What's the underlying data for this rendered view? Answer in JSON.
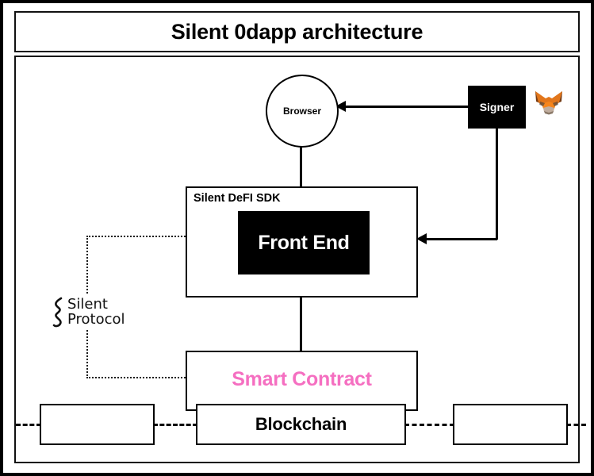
{
  "diagram": {
    "title": "Silent 0dapp architecture",
    "colors": {
      "smart_contract_pink": "#F56FC1",
      "node_black": "#000000",
      "frame_black": "#111111",
      "background": "#FFFFFF",
      "fox_orange": "#E2761B",
      "fox_light": "#F6851B",
      "fox_grey": "#C0AD9E"
    },
    "nodes": {
      "browser": {
        "label": "Browser",
        "shape": "circle"
      },
      "signer": {
        "label": "Signer",
        "shape": "filled-rect"
      },
      "wallet_icon": {
        "label": "metamask-fox-icon"
      },
      "sdk": {
        "label": "Silent DeFI SDK",
        "shape": "rect"
      },
      "front_end": {
        "label": "Front End",
        "shape": "filled-rect"
      },
      "smart_contract": {
        "label": "Smart Contract",
        "shape": "rect"
      },
      "blockchain": {
        "label": "Blockchain",
        "shape": "rect"
      },
      "peer_left": {
        "label": "",
        "shape": "rect"
      },
      "peer_right": {
        "label": "",
        "shape": "rect"
      }
    },
    "logo": {
      "line1": "Silent",
      "line2": "Protocol",
      "mark": "lightning-zigzag-icon"
    },
    "connectors": [
      {
        "name": "browser-to-sdk",
        "style": "solid",
        "arrow": "none"
      },
      {
        "name": "signer-to-browser",
        "style": "solid",
        "arrow": "left"
      },
      {
        "name": "signer-to-frontend",
        "style": "solid",
        "arrow": "left"
      },
      {
        "name": "sdk-to-smart-contract",
        "style": "solid",
        "arrow": "none"
      },
      {
        "name": "silent-protocol-bracket",
        "style": "dotted",
        "arrow": "none"
      },
      {
        "name": "blockchain-peer-links",
        "style": "dashed",
        "arrow": "none"
      }
    ]
  }
}
